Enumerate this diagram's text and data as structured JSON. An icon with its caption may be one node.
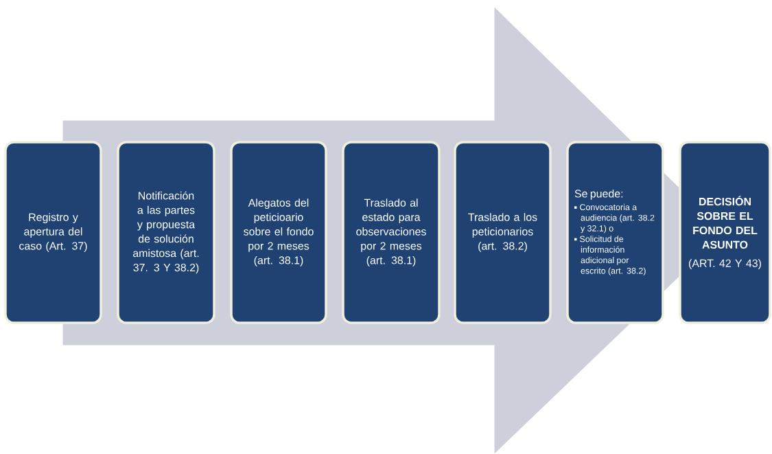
{
  "diagram": {
    "nodes": [
      {
        "text": [
          "Registro y apertura del caso (Art. 37)"
        ]
      },
      {
        "text": [
          "Notificación a las partes y propuesta de solución amistosa (art. 37. 3 Y 38.2)"
        ]
      },
      {
        "text": [
          "Alegatos del peticioario sobre el fondo por 2 meses (art. 38.1)"
        ]
      },
      {
        "text": [
          "Traslado al estado para observaciones por 2 meses (art. 38.1)"
        ]
      },
      {
        "text": [
          "Traslado a los peticionarios (art. 38.2)"
        ]
      },
      {
        "text": [
          "Se puede:",
          "Convocatoria a audiencia (art. 38.2 y 32.1) o",
          "Solicitud de información adicional por escrito (art. 38.2)"
        ]
      },
      {
        "text": [
          "DECISIÓN SOBRE EL FONDO DEL ASUNTO",
          "(ART. 42 Y 43)"
        ]
      }
    ],
    "edges": [
      {
        "from": 0,
        "to": 6,
        "arrow": "to"
      }
    ]
  }
}
